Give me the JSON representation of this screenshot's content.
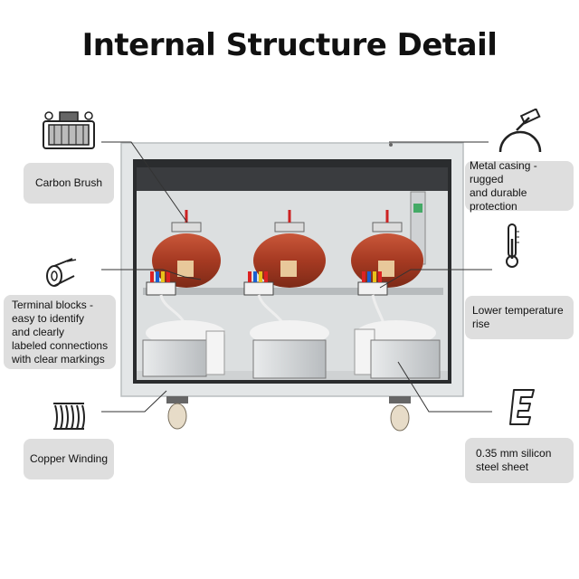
{
  "title": "Internal Structure Detail",
  "labels": {
    "carbon_brush": "Carbon Brush",
    "terminal_blocks": "Terminal blocks -\neasy to identify\nand clearly\nlabeled connections\nwith clear markings",
    "copper_winding": "Copper Winding",
    "metal_casing": "Metal casing - rugged\n and durable\nprotection",
    "lower_temperature": "Lower temperature\nrise",
    "silicon_steel": "0.35 mm silicon\nsteel sheet"
  },
  "icons": {
    "carbon_brush": "carbon-brush-icon",
    "terminal_blocks": "terminal-block-icon",
    "copper_winding": "coil-icon",
    "metal_casing": "hammer-dome-icon",
    "lower_temperature": "thermometer-icon",
    "silicon_steel": "e-core-icon"
  },
  "colors": {
    "label_bg": "#dedede",
    "cabinet": "#e3e6e7",
    "interior": "#2a2c2e",
    "toroid": "#b5442b",
    "core": "#cfd2d4"
  }
}
